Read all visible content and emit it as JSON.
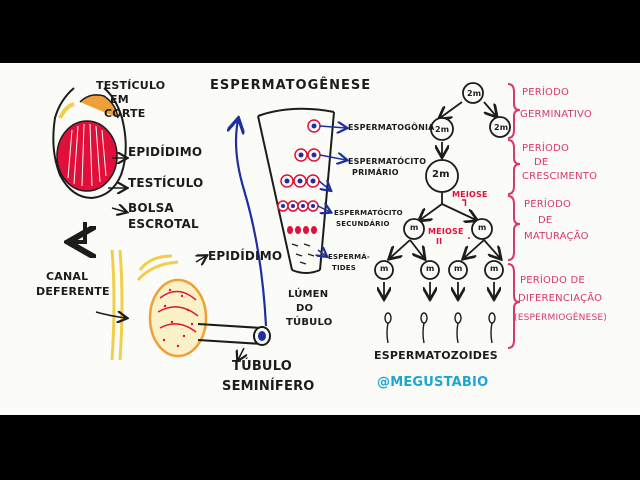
{
  "colors": {
    "background": "#fbfbf7",
    "frame": "#000000",
    "ink": "#1c1c1c",
    "red": "#e0103a",
    "blue": "#1f2fa0",
    "yellow": "#f2cf4a",
    "orange": "#f0a036",
    "pink": "#d8386a",
    "handle": "#1aa6d6"
  },
  "left": {
    "title_lines": [
      "TESTÍCULO",
      "EM",
      "CORTE"
    ],
    "epididimo_top": "EPIDÍDIMO",
    "testiculo": "TESTÍCULO",
    "bolsa_lines": [
      "BOLSA",
      "ESCROTAL"
    ],
    "canal_lines": [
      "CANAL",
      "DEFERENTE"
    ],
    "epididimo_bottom": "EPIDÍDIMO",
    "tubulo_lines": [
      "TÚBULO",
      "SEMINÍFERO"
    ]
  },
  "middle": {
    "title": "ESPERMATOGÊNESE",
    "espermatogonia": "ESPERMATOGÔNIA",
    "espermatocito_primario_lines": [
      "ESPERMATÓCITO",
      "PRIMÁRIO"
    ],
    "espermatocito_secundario_lines": [
      "ESPERMATÓCITO",
      "SECUNDÁRIO"
    ],
    "espermatides_lines": [
      "ESPERMÁ-",
      "TIDES"
    ],
    "lumen_lines": [
      "LÚMEN",
      "DO",
      "TÚBULO"
    ]
  },
  "right": {
    "cell_2m": "2m",
    "cell_m": "m",
    "meiose1_lines": [
      "MEIOSE",
      "I"
    ],
    "meiose2_lines": [
      "MEIOSE",
      "II"
    ],
    "espermatozoides": "ESPERMATOZOIDES",
    "handle": "@MEGUSTABIO",
    "periodo_germinativo_lines": [
      "PERÍODO",
      "GERMINATIVO"
    ],
    "periodo_crescimento_lines": [
      "PERÍODO",
      "DE",
      "CRESCIMENTO"
    ],
    "periodo_maturacao_lines": [
      "PERÍODO",
      "DE",
      "MATURAÇÃO"
    ],
    "periodo_diferenciacao_lines": [
      "PERÍODO DE",
      "DIFERENCIAÇÃO",
      "(ESPERMIOGÊNESE)"
    ]
  }
}
